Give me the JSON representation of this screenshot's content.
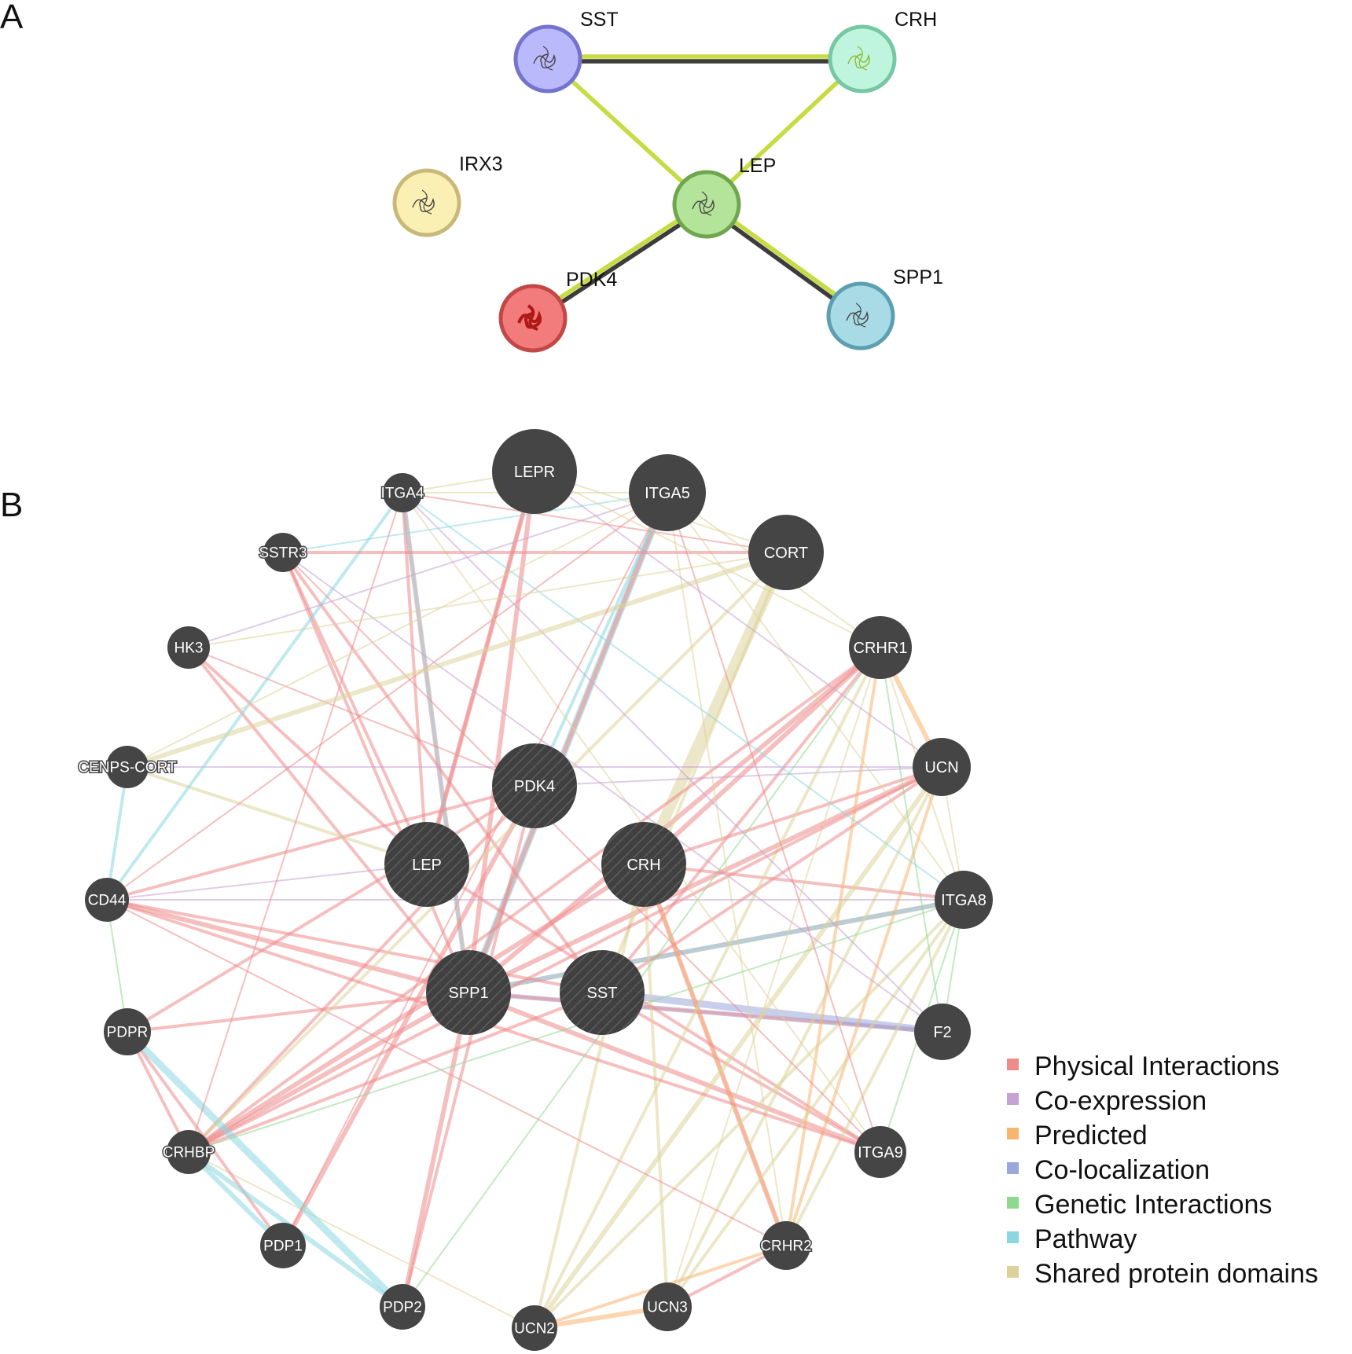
{
  "panels": [
    {
      "letter": "A"
    },
    {
      "letter": "B"
    }
  ],
  "string_network": {
    "nodes": [
      {
        "id": "SST",
        "label": "SST",
        "fill": "#b9b9fb",
        "stroke": "#7474cc",
        "icon": "protein-structure-icon"
      },
      {
        "id": "CRH",
        "label": "CRH",
        "fill": "#bff5de",
        "stroke": "#76c7a4",
        "icon": "protein-structure-icon"
      },
      {
        "id": "IRX3",
        "label": "IRX3",
        "fill": "#fbf0b3",
        "stroke": "#c8b978",
        "icon": "protein-structure-icon"
      },
      {
        "id": "LEP",
        "label": "LEP",
        "fill": "#b4e39a",
        "stroke": "#6ea64e",
        "icon": "protein-structure-icon"
      },
      {
        "id": "PDK4",
        "label": "PDK4",
        "fill": "#f27b7b",
        "stroke": "#c24848",
        "icon": "protein-structure-icon"
      },
      {
        "id": "SPP1",
        "label": "SPP1",
        "fill": "#a8dbe6",
        "stroke": "#5c9fb1",
        "icon": "protein-structure-icon"
      }
    ],
    "edges": [
      {
        "source": "SST",
        "target": "CRH",
        "colors": [
          "#c6dc42",
          "#3c3c3c"
        ]
      },
      {
        "source": "SST",
        "target": "LEP",
        "colors": [
          "#c6dc42"
        ]
      },
      {
        "source": "CRH",
        "target": "LEP",
        "colors": [
          "#c6dc42"
        ]
      },
      {
        "source": "LEP",
        "target": "PDK4",
        "colors": [
          "#3c3c3c",
          "#c6dc42"
        ]
      },
      {
        "source": "LEP",
        "target": "SPP1",
        "colors": [
          "#c6dc42",
          "#3c3c3c"
        ]
      }
    ]
  },
  "genemania_network": {
    "query_nodes": [
      "LEP",
      "CRH",
      "PDK4",
      "SPP1",
      "SST"
    ],
    "nodes": [
      {
        "id": "LEPR",
        "label": "LEPR"
      },
      {
        "id": "ITGA5",
        "label": "ITGA5"
      },
      {
        "id": "ITGA4",
        "label": "ITGA4"
      },
      {
        "id": "CORT",
        "label": "CORT"
      },
      {
        "id": "SSTR3",
        "label": "SSTR3"
      },
      {
        "id": "CRHR1",
        "label": "CRHR1"
      },
      {
        "id": "HK3",
        "label": "HK3"
      },
      {
        "id": "UCN",
        "label": "UCN"
      },
      {
        "id": "CENPS-CORT",
        "label": "CENPS-CORT"
      },
      {
        "id": "PDK4",
        "label": "PDK4"
      },
      {
        "id": "LEP",
        "label": "LEP"
      },
      {
        "id": "CRH",
        "label": "CRH"
      },
      {
        "id": "CD44",
        "label": "CD44"
      },
      {
        "id": "ITGA8",
        "label": "ITGA8"
      },
      {
        "id": "SPP1",
        "label": "SPP1"
      },
      {
        "id": "SST",
        "label": "SST"
      },
      {
        "id": "F2",
        "label": "F2"
      },
      {
        "id": "PDPR",
        "label": "PDPR"
      },
      {
        "id": "CRHBP",
        "label": "CRHBP"
      },
      {
        "id": "ITGA9",
        "label": "ITGA9"
      },
      {
        "id": "PDP1",
        "label": "PDP1"
      },
      {
        "id": "CRHR2",
        "label": "CRHR2"
      },
      {
        "id": "PDP2",
        "label": "PDP2"
      },
      {
        "id": "UCN3",
        "label": "UCN3"
      },
      {
        "id": "UCN2",
        "label": "UCN2"
      }
    ],
    "edge_types": {
      "physical": "#ee8b8b",
      "coexpression": "#c7a3d3",
      "predicted": "#f7b56f",
      "colocalization": "#9aa8dc",
      "genetic": "#8fd98f",
      "pathway": "#8ad7e2",
      "domains": "#dcd39a"
    },
    "edges": [
      [
        "LEP",
        "LEPR",
        "physical",
        3
      ],
      [
        "LEP",
        "LEPR",
        "physical",
        2
      ],
      [
        "SPP1",
        "LEPR",
        "physical",
        3
      ],
      [
        "SPP1",
        "ITGA5",
        "pathway",
        4
      ],
      [
        "SPP1",
        "ITGA5",
        "physical",
        3
      ],
      [
        "SPP1",
        "ITGA4",
        "physical",
        3
      ],
      [
        "LEP",
        "ITGA4",
        "physical",
        2
      ],
      [
        "SPP1",
        "CD44",
        "physical",
        3
      ],
      [
        "SPP1",
        "ITGA8",
        "physical",
        3
      ],
      [
        "SPP1",
        "ITGA8",
        "pathway",
        3
      ],
      [
        "SPP1",
        "ITGA9",
        "physical",
        3
      ],
      [
        "SPP1",
        "F2",
        "colocalization",
        3
      ],
      [
        "SPP1",
        "F2",
        "physical",
        2
      ],
      [
        "SPP1",
        "CRHR1",
        "physical",
        3
      ],
      [
        "SPP1",
        "UCN",
        "physical",
        3
      ],
      [
        "SPP1",
        "CRHBP",
        "physical",
        3
      ],
      [
        "SPP1",
        "PDP2",
        "physical",
        3
      ],
      [
        "SPP1",
        "PDPR",
        "physical",
        2
      ],
      [
        "SPP1",
        "HK3",
        "physical",
        2
      ],
      [
        "SPP1",
        "SSTR3",
        "physical",
        2
      ],
      [
        "SPP1",
        "ITGA4",
        "pathway",
        2
      ],
      [
        "SST",
        "SSTR3",
        "physical",
        2
      ],
      [
        "SST",
        "CORT",
        "domains",
        2
      ],
      [
        "SST",
        "F2",
        "colocalization",
        4
      ],
      [
        "SST",
        "CD44",
        "physical",
        2
      ],
      [
        "SST",
        "CRHBP",
        "physical",
        2
      ],
      [
        "SST",
        "ITGA9",
        "physical",
        2
      ],
      [
        "SST",
        "CRHR1",
        "physical",
        2
      ],
      [
        "SST",
        "UCN",
        "physical",
        2
      ],
      [
        "CRH",
        "CRHR1",
        "physical",
        3
      ],
      [
        "CRH",
        "CRHR2",
        "physical",
        3
      ],
      [
        "CRH",
        "CRHBP",
        "physical",
        3
      ],
      [
        "CRH",
        "UCN",
        "physical",
        2
      ],
      [
        "CRH",
        "CORT",
        "domains",
        5
      ],
      [
        "CRH",
        "UCN2",
        "domains",
        2
      ],
      [
        "CRH",
        "UCN3",
        "domains",
        2
      ],
      [
        "CRH",
        "CRHR2",
        "predicted",
        2
      ],
      [
        "CRH",
        "ITGA8",
        "physical",
        2
      ],
      [
        "PDK4",
        "PDP1",
        "physical",
        3
      ],
      [
        "PDK4",
        "PDP2",
        "physical",
        2
      ],
      [
        "PDK4",
        "PDPR",
        "physical",
        2
      ],
      [
        "PDK4",
        "ITGA5",
        "pathway",
        2
      ],
      [
        "PDK4",
        "CD44",
        "physical",
        2
      ],
      [
        "PDK4",
        "CRHBP",
        "physical",
        2
      ],
      [
        "PDK4",
        "UCN",
        "coexpression",
        1
      ],
      [
        "PDK4",
        "HK3",
        "physical",
        1
      ],
      [
        "LEP",
        "HK3",
        "physical",
        2
      ],
      [
        "LEP",
        "CENPS-CORT",
        "domains",
        2
      ],
      [
        "LEP",
        "SSTR3",
        "physical",
        2
      ],
      [
        "LEP",
        "CD44",
        "coexpression",
        1
      ],
      [
        "LEP",
        "ITGA9",
        "physical",
        2
      ],
      [
        "CRHR1",
        "CRHR2",
        "predicted",
        2
      ],
      [
        "CRHR1",
        "UCN2",
        "domains",
        2
      ],
      [
        "CRHR1",
        "UCN3",
        "domains",
        1
      ],
      [
        "CRHR1",
        "CRHBP",
        "physical",
        2
      ],
      [
        "CRHR1",
        "UCN",
        "predicted",
        3
      ],
      [
        "CRHR1",
        "ITGA8",
        "domains",
        1
      ],
      [
        "UCN",
        "CRHR2",
        "predicted",
        2
      ],
      [
        "UCN",
        "UCN2",
        "domains",
        3
      ],
      [
        "UCN",
        "UCN3",
        "domains",
        2
      ],
      [
        "UCN",
        "CRHBP",
        "physical",
        2
      ],
      [
        "UCN",
        "CENPS-CORT",
        "coexpression",
        1
      ],
      [
        "UCN",
        "ITGA8",
        "domains",
        1
      ],
      [
        "UCN2",
        "UCN3",
        "predicted",
        3
      ],
      [
        "UCN2",
        "CRHR2",
        "predicted",
        2
      ],
      [
        "UCN3",
        "CRHR2",
        "physical",
        2
      ],
      [
        "UCN2",
        "CRHBP",
        "domains",
        1
      ],
      [
        "UCN2",
        "ITGA8",
        "domains",
        2
      ],
      [
        "UCN3",
        "ITGA8",
        "domains",
        2
      ],
      [
        "CRHR2",
        "ITGA8",
        "domains",
        2
      ],
      [
        "CRHR2",
        "CD44",
        "physical",
        1
      ],
      [
        "CRHR2",
        "ITGA5",
        "domains",
        1
      ],
      [
        "PDPR",
        "PDP1",
        "physical",
        2
      ],
      [
        "PDPR",
        "PDP2",
        "pathway",
        4
      ],
      [
        "PDPR",
        "CRHBP",
        "physical",
        2
      ],
      [
        "CRHBP",
        "PDP1",
        "pathway",
        3
      ],
      [
        "CRHBP",
        "PDP2",
        "pathway",
        3
      ],
      [
        "CRHBP",
        "CORT",
        "domains",
        2
      ],
      [
        "CRHBP",
        "ITGA4",
        "physical",
        1
      ],
      [
        "CRHBP",
        "ITGA8",
        "genetic",
        1
      ],
      [
        "CD44",
        "PDPR",
        "genetic",
        1
      ],
      [
        "CD44",
        "ITGA4",
        "pathway",
        2
      ],
      [
        "CD44",
        "ITGA5",
        "physical",
        1
      ],
      [
        "CD44",
        "ITGA9",
        "physical",
        2
      ],
      [
        "CD44",
        "ITGA8",
        "coexpression",
        1
      ],
      [
        "ITGA4",
        "ITGA5",
        "domains",
        1
      ],
      [
        "ITGA4",
        "ITGA8",
        "pathway",
        1
      ],
      [
        "ITGA4",
        "ITGA9",
        "domains",
        1
      ],
      [
        "ITGA4",
        "LEPR",
        "domains",
        1
      ],
      [
        "ITGA4",
        "CORT",
        "physical",
        1
      ],
      [
        "ITGA4",
        "F2",
        "coexpression",
        1
      ],
      [
        "ITGA5",
        "ITGA8",
        "domains",
        1
      ],
      [
        "ITGA5",
        "ITGA9",
        "physical",
        1
      ],
      [
        "ITGA5",
        "CRHR1",
        "domains",
        1
      ],
      [
        "ITGA9",
        "ITGA8",
        "genetic",
        1
      ],
      [
        "F2",
        "ITGA8",
        "genetic",
        1
      ],
      [
        "F2",
        "CRHR1",
        "genetic",
        1
      ],
      [
        "SSTR3",
        "CORT",
        "physical",
        2
      ],
      [
        "SSTR3",
        "F2",
        "coexpression",
        1
      ],
      [
        "SSTR3",
        "ITGA9",
        "physical",
        1
      ],
      [
        "SSTR3",
        "ITGA5",
        "pathway",
        1
      ],
      [
        "CORT",
        "CENPS-CORT",
        "domains",
        3
      ],
      [
        "CORT",
        "HK3",
        "domains",
        1
      ],
      [
        "CORT",
        "LEPR",
        "domains",
        1
      ],
      [
        "CENPS-CORT",
        "CD44",
        "pathway",
        2
      ],
      [
        "CENPS-CORT",
        "ITGA5",
        "domains",
        1
      ],
      [
        "HK3",
        "ITGA5",
        "coexpression",
        1
      ],
      [
        "PDP1",
        "ITGA5",
        "physical",
        1
      ],
      [
        "PDP2",
        "CRHR1",
        "genetic",
        1
      ],
      [
        "LEPR",
        "CRHR1",
        "domains",
        1
      ],
      [
        "LEPR",
        "UCN",
        "coexpression",
        1
      ]
    ]
  },
  "legend": [
    {
      "label": "Physical Interactions",
      "color": "#ee8b8b"
    },
    {
      "label": "Co-expression",
      "color": "#c7a3d3"
    },
    {
      "label": "Predicted",
      "color": "#f7b56f"
    },
    {
      "label": "Co-localization",
      "color": "#9aa8dc"
    },
    {
      "label": "Genetic Interactions",
      "color": "#8fd98f"
    },
    {
      "label": "Pathway",
      "color": "#8ad7e2"
    },
    {
      "label": "Shared protein domains",
      "color": "#dcd39a"
    }
  ]
}
